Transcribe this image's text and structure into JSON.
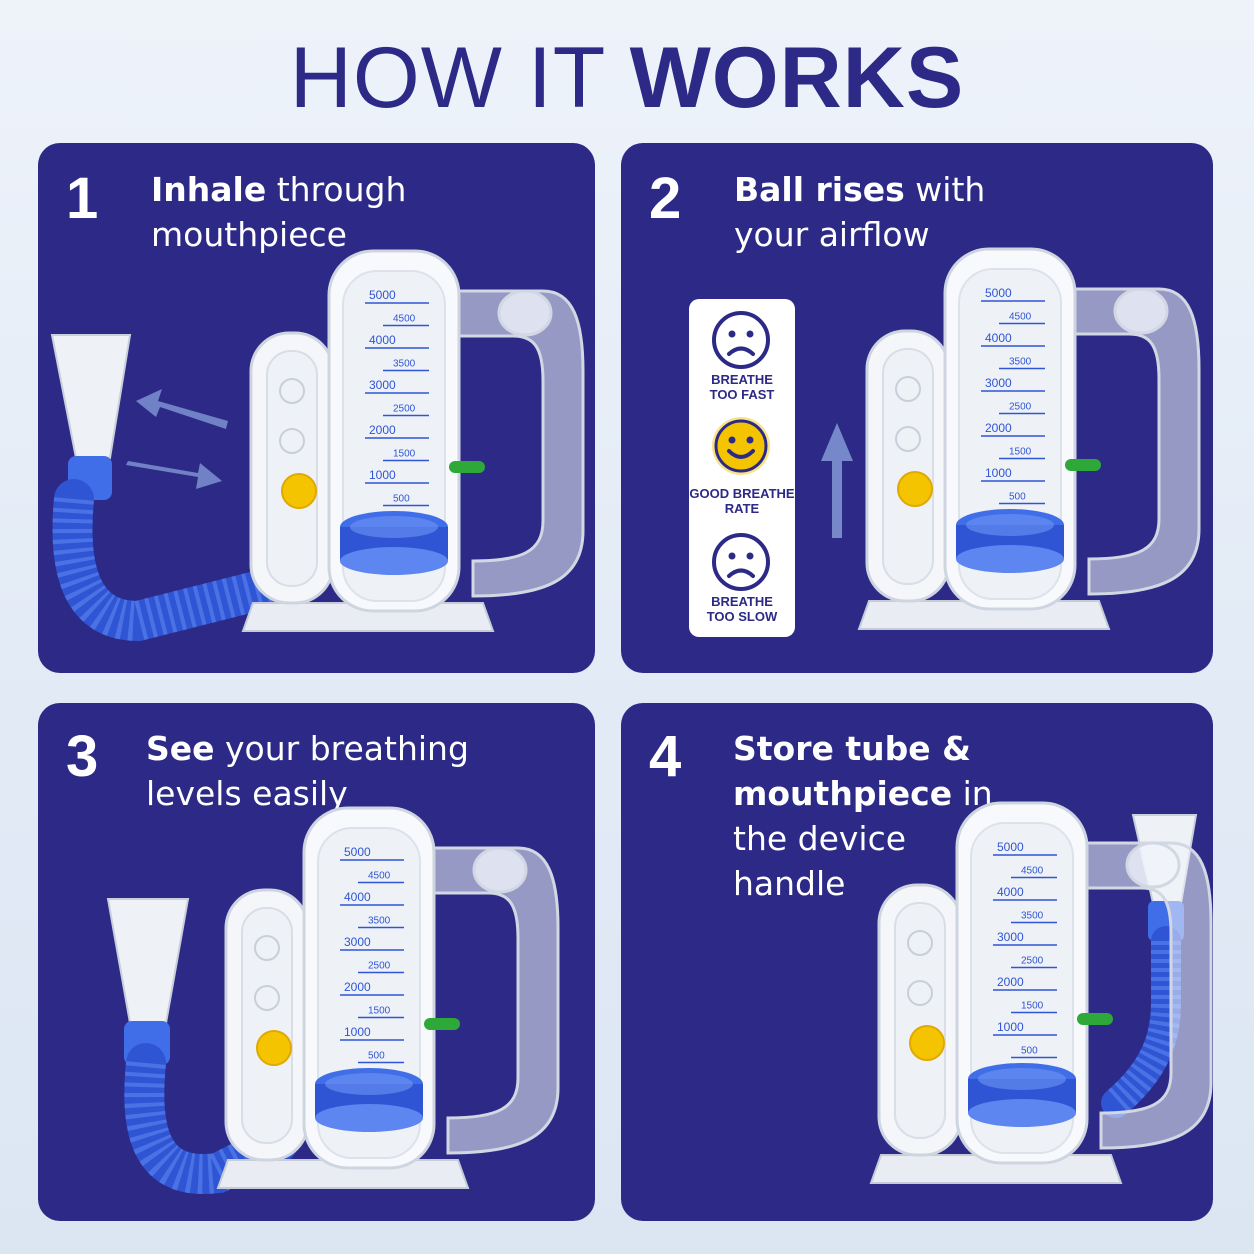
{
  "title": {
    "light": "HOW IT ",
    "bold": "WORKS"
  },
  "steps": [
    {
      "number": "1",
      "bold": "Inhale",
      "line1_rest": " through",
      "line2": "mouthpiece"
    },
    {
      "number": "2",
      "bold": "Ball rises",
      "line1_rest": " with",
      "line2": "your airflow"
    },
    {
      "number": "3",
      "bold": "See",
      "line1_rest": " your breathing",
      "line2": "levels easily"
    },
    {
      "number": "4",
      "bold1": "Store tube &",
      "bold2": "mouthpiece",
      "line2_rest": " in",
      "line3": "the device",
      "line4": "handle"
    }
  ],
  "scale_labels": [
    "5000",
    "4500",
    "4000",
    "3500",
    "3000",
    "2500",
    "2000",
    "1500",
    "1000",
    "500"
  ],
  "legend": {
    "fast_line1": "BREATHE",
    "fast_line2": "TOO FAST",
    "good_line1": "GOOD BREATHE",
    "good_line2": "RATE",
    "slow_line1": "BREATHE",
    "slow_line2": "TOO SLOW"
  },
  "colors": {
    "panel": "#2c2a86",
    "title": "#2c2a86",
    "tube_blue": "#2f55d4",
    "ball_yellow": "#f5c400",
    "marker_green": "#2fa83a"
  }
}
